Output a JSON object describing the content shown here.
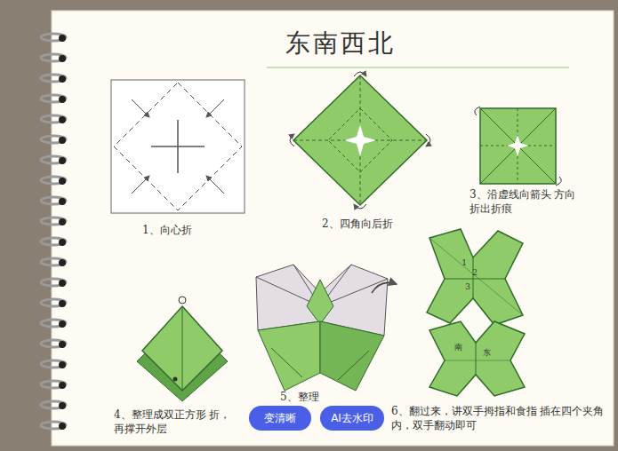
{
  "diagram": {
    "title": "东南西北",
    "nodes": [
      {
        "text": [
          "变清晰"
        ]
      },
      {
        "text": [
          "AI去水印"
        ]
      }
    ],
    "labels": [
      "1、向心折",
      "2、四角向后折",
      "3、沿虚线向箭头 方向折出折痕",
      "1",
      "2",
      "3",
      "南",
      "东",
      "4、整理成双正方形 折，再撑开外层",
      "5、整理",
      "6、翻过来，讲双手拇指和食指 插在四个夹角内，双手翻动即可"
    ]
  }
}
